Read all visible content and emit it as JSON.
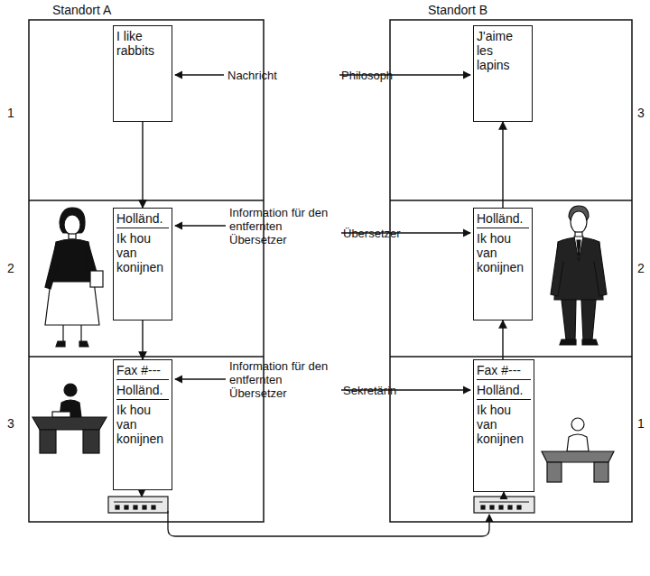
{
  "diagram": {
    "nodes": [
      {
        "text": [
          "I like rabbits"
        ]
      },
      {
        "text": [
          "J'aime les lapins"
        ]
      },
      {
        "text": [
          "Holländ.",
          "Ik hou van konijnen"
        ]
      },
      {
        "text": [
          "Holländ.",
          "Ik hou van konijnen"
        ]
      },
      {
        "text": [
          "Fax #---",
          "Holländ.",
          "Ik hou van konijnen"
        ]
      },
      {
        "text": [
          "Fax #---",
          "Holländ.",
          "Ik hou van konijnen"
        ]
      }
    ],
    "edges": [
      {
        "from": 0,
        "to": 2,
        "arrow": "to"
      },
      {
        "from": 2,
        "to": 4,
        "arrow": "to"
      },
      {
        "from": 5,
        "to": 3,
        "arrow": "to"
      },
      {
        "from": 3,
        "to": 1,
        "arrow": "to"
      }
    ],
    "labels": [
      "Standort A",
      "Standort B",
      "1",
      "2",
      "3",
      "3",
      "2",
      "1",
      "Nachricht",
      "Philosoph",
      "Information für den entfernten Übersetzer",
      "Übersetzer",
      "Information für den entfernten Übersetzer",
      "Sekretärin"
    ]
  }
}
